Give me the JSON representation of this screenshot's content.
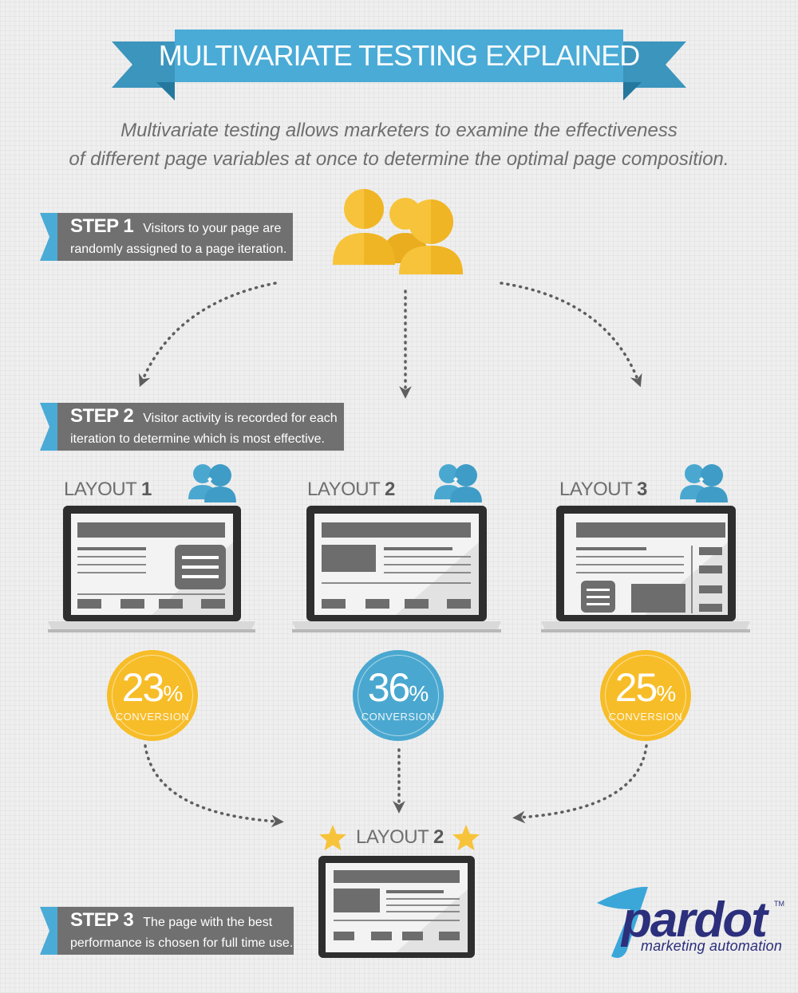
{
  "header": {
    "title_bold": "MULTIVARIATE TESTING",
    "title_light": "EXPLAINED",
    "subtitle_line1": "Multivariate testing allows marketers to examine the effectiveness",
    "subtitle_line2": "of different page variables at once to determine the optimal page composition."
  },
  "steps": [
    {
      "label": "STEP 1",
      "line1": "Visitors to your page are",
      "line2": "randomly assigned to a page iteration."
    },
    {
      "label": "STEP 2",
      "line1": "Visitor activity is recorded for each",
      "line2": "iteration to determine which is most effective."
    },
    {
      "label": "STEP 3",
      "line1": "The page with the best",
      "line2": "performance is chosen for full time use."
    }
  ],
  "layouts": [
    {
      "word": "LAYOUT",
      "number": "1",
      "conversion": "23",
      "unit": "%",
      "caption": "CONVERSION",
      "color": "#f7bd28"
    },
    {
      "word": "LAYOUT",
      "number": "2",
      "conversion": "36",
      "unit": "%",
      "caption": "CONVERSION",
      "color": "#4aa8d0"
    },
    {
      "word": "LAYOUT",
      "number": "3",
      "conversion": "25",
      "unit": "%",
      "caption": "CONVERSION",
      "color": "#f7bd28"
    }
  ],
  "winner": {
    "word": "LAYOUT",
    "number": "2"
  },
  "logo": {
    "word": "pardot",
    "tm": "TM",
    "tagline": "marketing automation"
  },
  "colors": {
    "ribbon": "#4aabd6",
    "ribbon_dark": "#2d86ad",
    "step_box": "#707070",
    "step_accent": "#4aabd6",
    "visitor_yellow": "#f7c33a",
    "visitor_blue": "#4aa8d0",
    "laptop_frame": "#2e2e2e",
    "brand": "#2c2f7c"
  }
}
